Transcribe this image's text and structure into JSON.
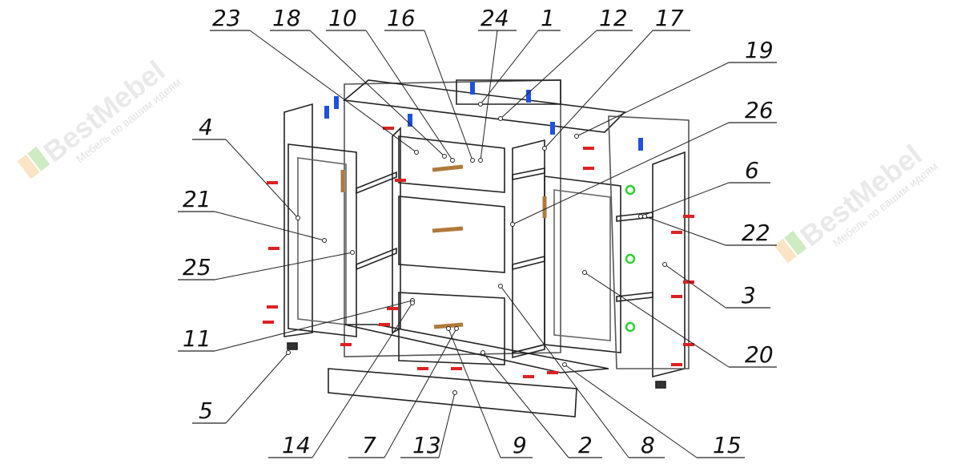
{
  "diagram": {
    "title": "Exploded assembly view of a sideboard with part callout numbers",
    "callouts": [
      "23",
      "18",
      "10",
      "16",
      "24",
      "1",
      "12",
      "17",
      "19",
      "26",
      "6",
      "22",
      "3",
      "20",
      "4",
      "21",
      "25",
      "11",
      "5",
      "14",
      "7",
      "13",
      "9",
      "2",
      "8",
      "15"
    ]
  },
  "watermark": {
    "brand": "BestMebel",
    "tagline": "Мебель по вашим идеям"
  },
  "colors": {
    "line": "#222222",
    "fastener_red": "#e02020",
    "hinge_blue": "#2050e0",
    "handle_bronze": "#b07a3a",
    "cam_green": "#30d030"
  }
}
